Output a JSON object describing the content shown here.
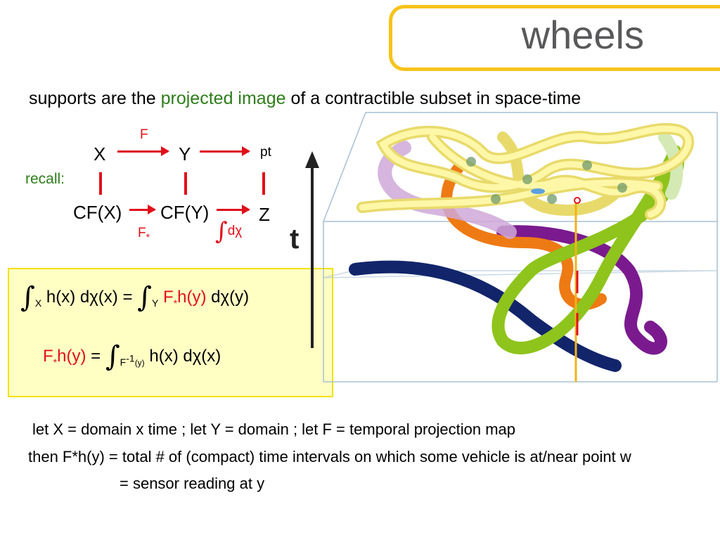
{
  "title": "wheels",
  "subtitle": {
    "part1": "supports are the ",
    "highlight": "projected image",
    "part2": " of a contractible subset in space-time"
  },
  "diagram": {
    "recall": "recall:",
    "X": "X",
    "Y": "Y",
    "pt": "pt",
    "F": "F",
    "CFX": "CF(X)",
    "CFY": "CF(Y)",
    "Z": "Z",
    "F_star": "F",
    "F_star_sub": "*",
    "int_dchi": "dχ"
  },
  "formulas": {
    "f1": {
      "int1_sub": "X",
      "lhs": "h(x) dχ(x) =",
      "int2_sub": "Y",
      "red_F": "F",
      "red_star": "*",
      "red_h": "h(y)",
      "rhs": "dχ(y)"
    },
    "f2": {
      "red_F": "F",
      "red_star": "*",
      "red_h": "h(y)",
      "eq": "=",
      "int_sub_F": "F",
      "int_sup": "-1",
      "int_sub_y": "(y)",
      "rhs": "h(x) dχ(x)"
    }
  },
  "figure": {
    "axis_label": "t"
  },
  "footer": {
    "line1": "let X = domain x time  ;  let Y = domain  ;  let F = temporal projection map",
    "line2": "then F*h(y) = total # of (compact) time intervals on which some vehicle is at/near point w",
    "line3": "= sensor reading at y"
  },
  "colors": {
    "accent_yellow": "#f7c31a",
    "title_gray": "#59595b",
    "highlight_green": "#2e7d1a",
    "arrow_red": "#e0101a",
    "formula_box_bg": "#ffffc4"
  }
}
